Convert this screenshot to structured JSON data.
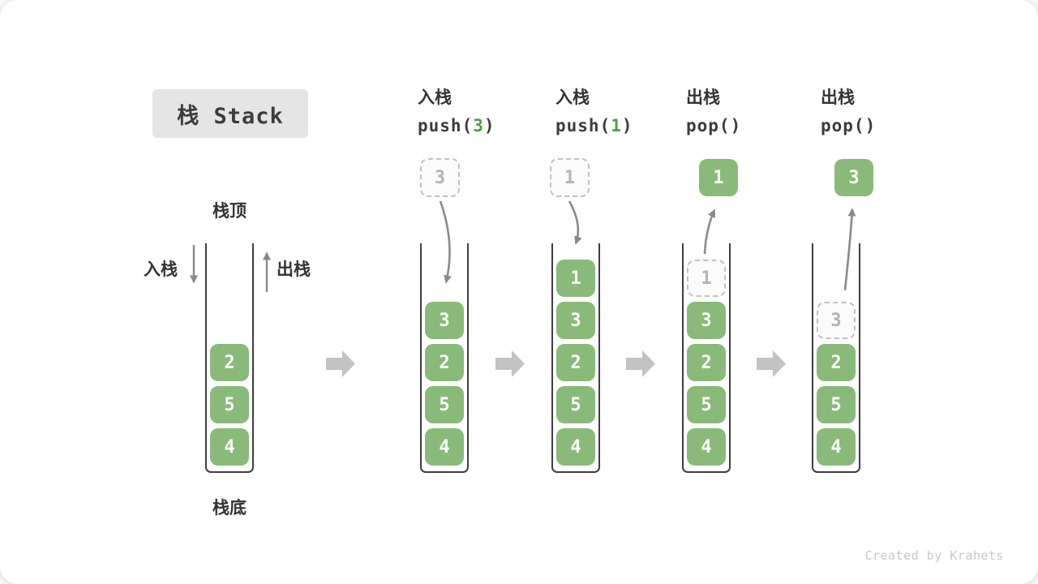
{
  "title": "栈 Stack",
  "labels": {
    "stack_top": "栈顶",
    "stack_bottom": "栈底",
    "push": "入栈",
    "pop": "出栈"
  },
  "stages": [
    {
      "items": [
        "2",
        "5",
        "4"
      ]
    },
    {
      "op": "入栈",
      "code_pre": "push(",
      "code_arg": "3",
      "code_post": ")",
      "incoming": "3",
      "items": [
        "3",
        "2",
        "5",
        "4"
      ]
    },
    {
      "op": "入栈",
      "code_pre": "push(",
      "code_arg": "1",
      "code_post": ")",
      "incoming": "1",
      "items": [
        "1",
        "3",
        "2",
        "5",
        "4"
      ]
    },
    {
      "op": "出栈",
      "code_pre": "pop(",
      "code_arg": "",
      "code_post": ")",
      "popped": "1",
      "ghost": "1",
      "items": [
        "3",
        "2",
        "5",
        "4"
      ]
    },
    {
      "op": "出栈",
      "code_pre": "pop(",
      "code_arg": "",
      "code_post": ")",
      "popped": "3",
      "ghost": "3",
      "items": [
        "2",
        "5",
        "4"
      ]
    }
  ],
  "colors": {
    "element_green": "#8aba7a",
    "code_arg_green": "#4e9e47",
    "arrow_gray": "#8a8a8a",
    "flow_arrow_gray": "#c3c3c3",
    "tube_line": "#3e3e3e",
    "ghost_border": "#c2c2c2",
    "ghost_text": "#b3b3b3",
    "title_bg": "#e5e5e5",
    "text_dark": "#333333",
    "watermark_gray": "#c9c9c9"
  },
  "watermark": "Created by Krahets"
}
